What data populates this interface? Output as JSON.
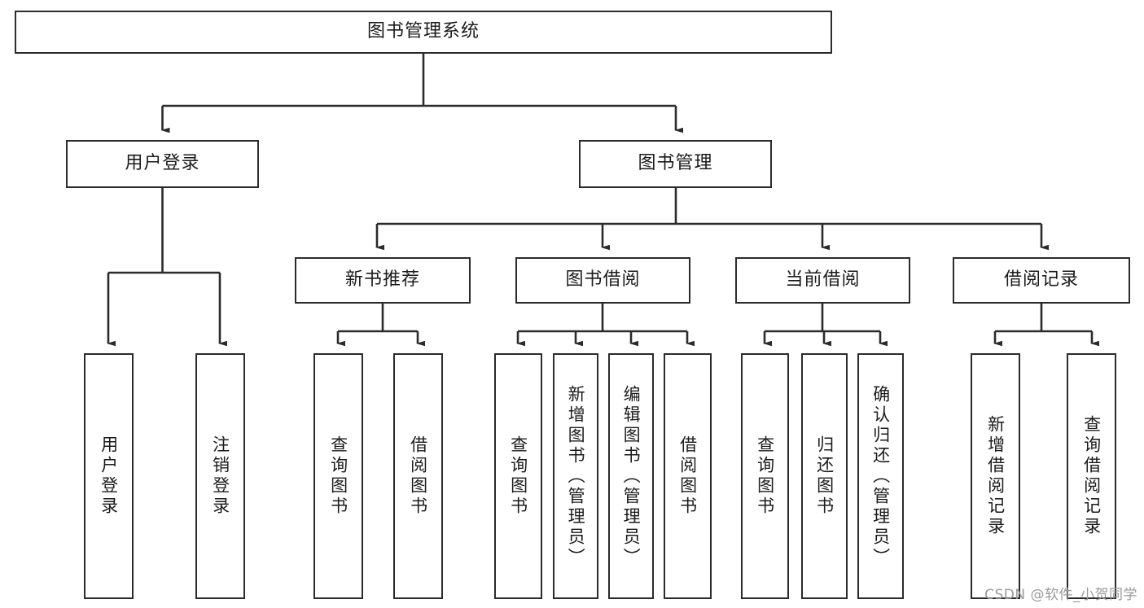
{
  "diagram": {
    "type": "tree",
    "title": "图书管理系统",
    "orientation": "top-down",
    "colors": {
      "stroke": "#2b2b2b",
      "fill": "#ffffff",
      "text": "#1b1b1b",
      "watermark": "#9a9a9a"
    },
    "root": {
      "label": "图书管理系统"
    },
    "level1": [
      {
        "label": "用户登录"
      },
      {
        "label": "图书管理"
      }
    ],
    "level2": [
      {
        "label": "新书推荐"
      },
      {
        "label": "图书借阅"
      },
      {
        "label": "当前借阅"
      },
      {
        "label": "借阅记录"
      }
    ],
    "leaves": {
      "user_login": [
        {
          "label": "用户登录"
        },
        {
          "label": "注销登录"
        }
      ],
      "new_book_recommend": [
        {
          "label": "查询图书"
        },
        {
          "label": "借阅图书"
        }
      ],
      "book_borrow": [
        {
          "label": "查询图书"
        },
        {
          "label": "新增图书（管理员）"
        },
        {
          "label": "编辑图书（管理员）"
        },
        {
          "label": "借阅图书"
        }
      ],
      "current_borrow": [
        {
          "label": "查询图书"
        },
        {
          "label": "归还图书"
        },
        {
          "label": "确认归还（管理员）"
        }
      ],
      "borrow_record": [
        {
          "label": "新增借阅记录"
        },
        {
          "label": "查询借阅记录"
        }
      ]
    }
  },
  "watermark": {
    "text": "CSDN @软件_小贺同学"
  }
}
